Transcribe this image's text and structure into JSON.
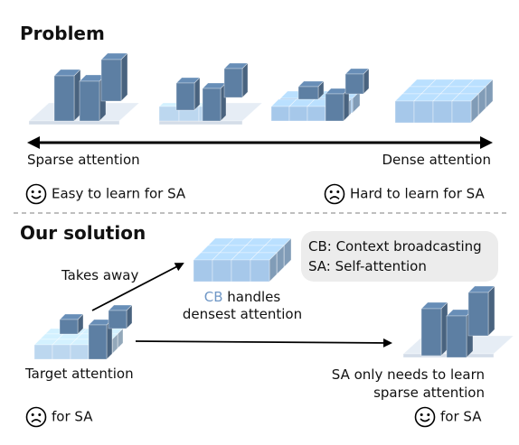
{
  "problem": {
    "title": "Problem",
    "sparse_label": "Sparse attention",
    "dense_label": "Dense attention",
    "easy": {
      "face": "smiley-face-icon",
      "text": "Easy to learn for SA"
    },
    "hard": {
      "face": "frowny-face-icon",
      "text": "Hard to learn for SA"
    }
  },
  "solution": {
    "title": "Our solution",
    "takes_away": "Takes away",
    "cb_prefix": "CB",
    "cb_rest": " handles",
    "cb_line2": "densest attention",
    "legend": {
      "cb": "CB: Context broadcasting",
      "sa": "SA: Self-attention"
    },
    "target_label": "Target attention",
    "target_face": {
      "face": "frowny-face-icon",
      "text": "for SA"
    },
    "sparse_line1": "SA only needs to learn",
    "sparse_line2": "sparse attention",
    "sparse_face": {
      "face": "smiley-face-icon",
      "text": "for SA"
    }
  },
  "colors": {
    "tall": "#5d7fa3",
    "light": "#bcd7ef",
    "mid": "#a6c8ea",
    "floor": "#e6edf5",
    "divider": "#aaaaaa"
  }
}
